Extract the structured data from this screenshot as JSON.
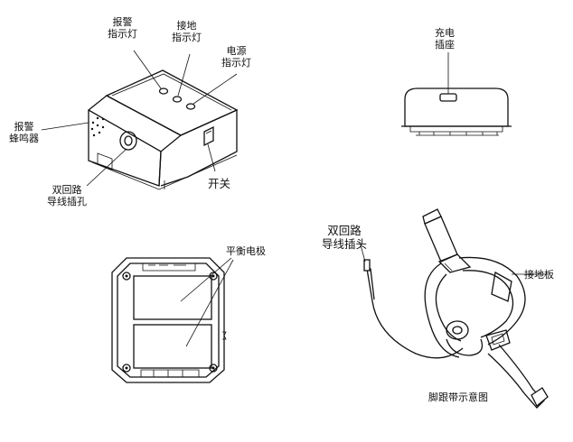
{
  "labels": {
    "alarm_indicator": "报警\n指示灯",
    "ground_indicator": "接地\n指示灯",
    "power_indicator": "电源\n指示灯",
    "alarm_buzzer": "报警\n蜂鸣器",
    "dual_loop_jack": "双回路\n导线插孔",
    "switch": "开关",
    "charging_socket": "充电\n插座",
    "balance_electrodes": "平衡电极",
    "dual_loop_plug": "双回路\n导线插头",
    "ground_plate": "接地板",
    "heel_strap_caption": "脚跟带示意图"
  }
}
